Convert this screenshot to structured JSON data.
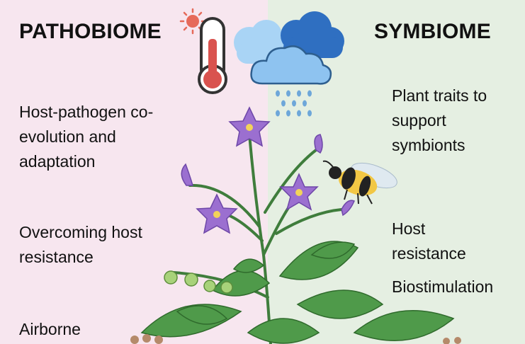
{
  "pathobiome": {
    "title": "PATHOBIOME",
    "items": [
      "Host-pathogen co-evolution and adaptation",
      "Overcoming host resistance",
      "Airborne"
    ]
  },
  "symbiome": {
    "title": "SYMBIOME",
    "items": [
      "Plant traits to support symbionts",
      "Host resistance",
      "Biostimulation"
    ]
  },
  "colors": {
    "pathobiome_bg": "#f7e6ef",
    "symbiome_bg": "#e5efe2",
    "flower": "#9b6fd0",
    "leaf": "#4f9a4a",
    "thermometer": "#d9534f",
    "cloud_light": "#a9d4f5",
    "cloud_dark": "#2f6fc1",
    "rain": "#6ea7d9"
  },
  "icons": [
    "sun-icon",
    "thermometer-icon",
    "cloud-icon",
    "rain-icon",
    "plant-icon",
    "flower-icon",
    "bee-icon",
    "tomato-icon"
  ]
}
